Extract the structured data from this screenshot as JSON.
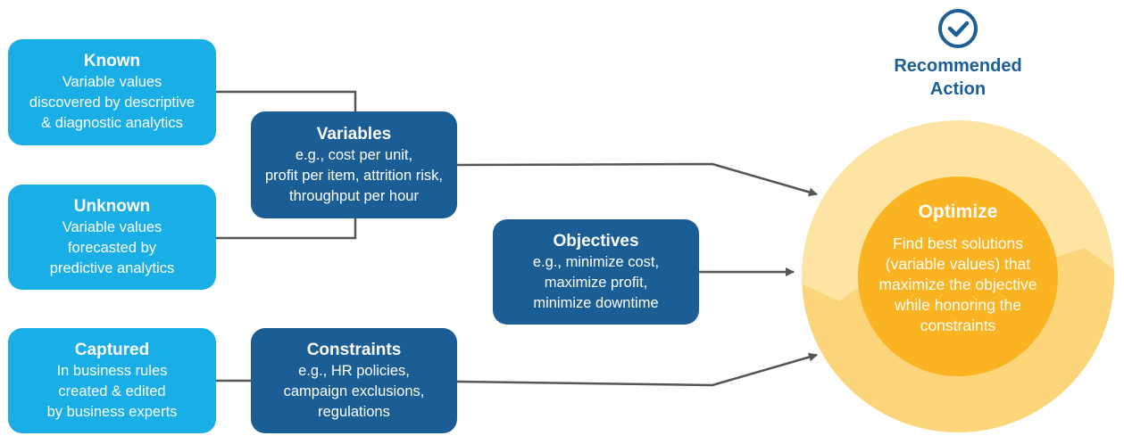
{
  "inputs": {
    "known": {
      "title": "Known",
      "lines": [
        "Variable values",
        "discovered by descriptive",
        "& diagnostic analytics"
      ]
    },
    "unknown": {
      "title": "Unknown",
      "lines": [
        "Variable values",
        "forecasted by",
        "predictive analytics"
      ]
    },
    "captured": {
      "title": "Captured",
      "lines": [
        "In business rules",
        "created & edited",
        "by business experts"
      ]
    }
  },
  "model": {
    "variables": {
      "title": "Variables",
      "lines": [
        "e.g., cost per unit,",
        "profit per item, attrition risk,",
        "throughput per hour"
      ]
    },
    "objectives": {
      "title": "Objectives",
      "lines": [
        "e.g., minimize cost,",
        "maximize profit,",
        "minimize downtime"
      ]
    },
    "constraints": {
      "title": "Constraints",
      "lines": [
        "e.g., HR policies,",
        "campaign exclusions,",
        "regulations"
      ]
    }
  },
  "output": {
    "recommended": {
      "lines": [
        "Recommended",
        "Action"
      ],
      "icon": "check-circle-icon"
    },
    "optimize": {
      "title": "Optimize",
      "lines": [
        "Find best solutions",
        "(variable values) that",
        "maximize the objective",
        "while honoring the",
        "constraints"
      ]
    }
  },
  "colors": {
    "light_box": "#1aaee6",
    "dark_box": "#1b5e96",
    "outer_circle": "#fde4a3",
    "outer_circle_lower": "#fcd57b",
    "inner_circle": "#fbb321",
    "connector": "#555555",
    "label_blue": "#1b5e96"
  }
}
